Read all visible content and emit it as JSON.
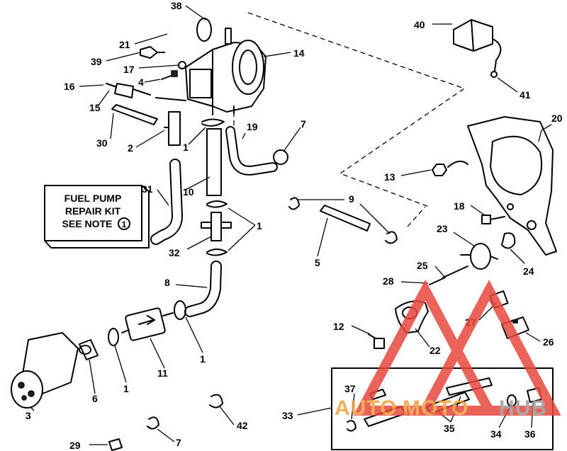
{
  "note": {
    "line1": "FUEL PUMP",
    "line2": "REPAIR KIT",
    "line3": "SEE NOTE",
    "circled": "1"
  },
  "callouts": [
    {
      "id": "c38",
      "label": "38"
    },
    {
      "id": "c21",
      "label": "21"
    },
    {
      "id": "c39",
      "label": "39"
    },
    {
      "id": "c17",
      "label": "17"
    },
    {
      "id": "c4",
      "label": "4"
    },
    {
      "id": "c16",
      "label": "16"
    },
    {
      "id": "c15",
      "label": "15"
    },
    {
      "id": "c14",
      "label": "14"
    },
    {
      "id": "c30",
      "label": "30"
    },
    {
      "id": "c2",
      "label": "2"
    },
    {
      "id": "c1a",
      "label": "1"
    },
    {
      "id": "c19",
      "label": "19"
    },
    {
      "id": "c7a",
      "label": "7"
    },
    {
      "id": "c40",
      "label": "40"
    },
    {
      "id": "c41",
      "label": "41"
    },
    {
      "id": "c20",
      "label": "20"
    },
    {
      "id": "c31",
      "label": "31"
    },
    {
      "id": "c10",
      "label": "10"
    },
    {
      "id": "c13",
      "label": "13"
    },
    {
      "id": "c9",
      "label": "9"
    },
    {
      "id": "c18",
      "label": "18"
    },
    {
      "id": "c1b",
      "label": "1"
    },
    {
      "id": "c32",
      "label": "32"
    },
    {
      "id": "c5",
      "label": "5"
    },
    {
      "id": "c23",
      "label": "23"
    },
    {
      "id": "c24",
      "label": "24"
    },
    {
      "id": "c8",
      "label": "8"
    },
    {
      "id": "c25",
      "label": "25"
    },
    {
      "id": "c28",
      "label": "28"
    },
    {
      "id": "c27",
      "label": "27"
    },
    {
      "id": "c12",
      "label": "12"
    },
    {
      "id": "c26",
      "label": "26"
    },
    {
      "id": "c22",
      "label": "22"
    },
    {
      "id": "c1c",
      "label": "1"
    },
    {
      "id": "c11",
      "label": "11"
    },
    {
      "id": "c6",
      "label": "6"
    },
    {
      "id": "c1d",
      "label": "1"
    },
    {
      "id": "c3",
      "label": "3"
    },
    {
      "id": "c37",
      "label": "37"
    },
    {
      "id": "c33",
      "label": "33"
    },
    {
      "id": "c35",
      "label": "35"
    },
    {
      "id": "c34",
      "label": "34"
    },
    {
      "id": "c36",
      "label": "36"
    },
    {
      "id": "c42",
      "label": "42"
    },
    {
      "id": "c29",
      "label": "29"
    },
    {
      "id": "c7b",
      "label": "7"
    }
  ],
  "watermark": {
    "part1": "AUTO",
    "part2": "MOTO",
    "part3": "HUB",
    "color_red": "#e8473f",
    "color_orange": "#f2a23a",
    "color_gray": "#9a9a9a"
  }
}
